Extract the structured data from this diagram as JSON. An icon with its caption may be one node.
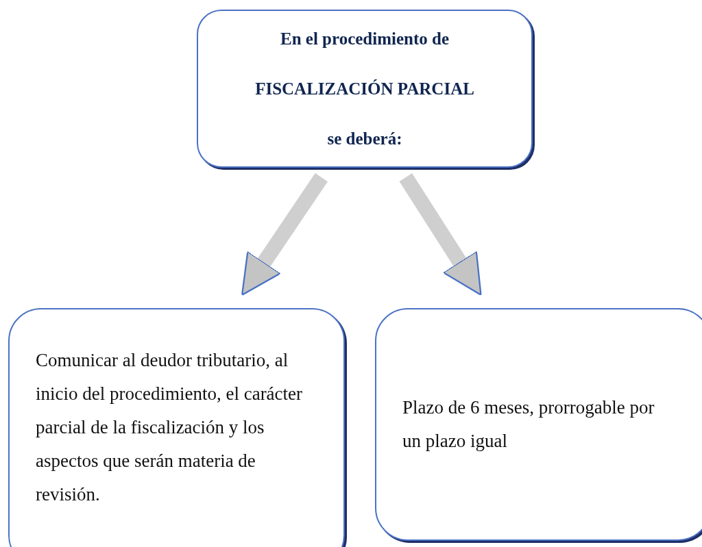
{
  "diagram": {
    "nodes": [
      {
        "text": [
          "En el procedimiento de FISCALIZACIÓN PARCIAL se deberá:"
        ]
      },
      {
        "text": [
          "Comunicar al deudor tributario, al inicio del procedimiento, el carácter parcial de la fiscalización y los aspectos que serán materia de revisión."
        ]
      },
      {
        "text": [
          "Plazo de 6 meses, prorrogable por un plazo igual"
        ]
      }
    ],
    "edges": [
      {
        "from": 0,
        "to": 1,
        "arrow": "to"
      },
      {
        "from": 0,
        "to": 2,
        "arrow": "to"
      }
    ]
  }
}
